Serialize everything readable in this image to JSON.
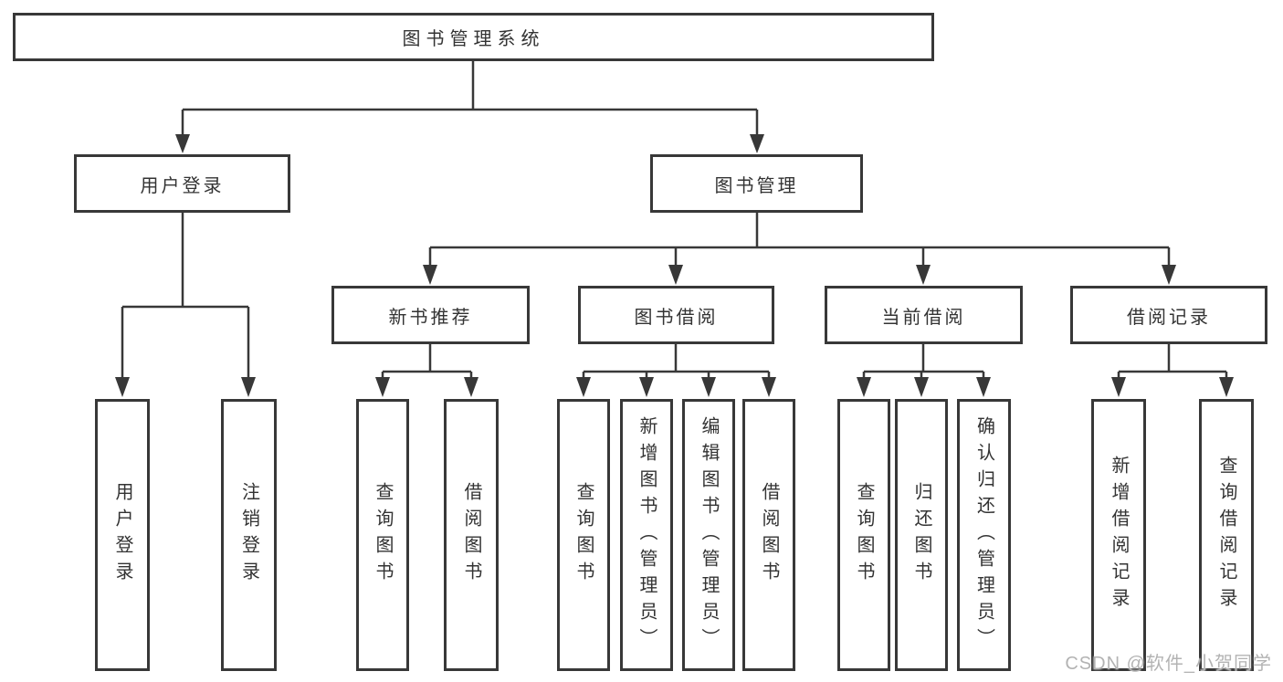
{
  "tree": {
    "label": "图书管理系统",
    "children": [
      {
        "label": "用户登录",
        "children": [
          {
            "label": "用户登录"
          },
          {
            "label": "注销登录"
          }
        ]
      },
      {
        "label": "图书管理",
        "children": [
          {
            "label": "新书推荐",
            "children": [
              {
                "label": "查询图书"
              },
              {
                "label": "借阅图书"
              }
            ]
          },
          {
            "label": "图书借阅",
            "children": [
              {
                "label": "查询图书"
              },
              {
                "label": "新增图书（管理员）"
              },
              {
                "label": "编辑图书（管理员）"
              },
              {
                "label": "借阅图书"
              }
            ]
          },
          {
            "label": "当前借阅",
            "children": [
              {
                "label": "查询图书"
              },
              {
                "label": "归还图书"
              },
              {
                "label": "确认归还（管理员）"
              }
            ]
          },
          {
            "label": "借阅记录",
            "children": [
              {
                "label": "新增借阅记录"
              },
              {
                "label": "查询借阅记录"
              }
            ]
          }
        ]
      }
    ]
  },
  "colors": {
    "line": "#383838",
    "text": "#333333",
    "watermark": "#b3b3b3"
  },
  "watermark": "CSDN @软件_小贺同学"
}
